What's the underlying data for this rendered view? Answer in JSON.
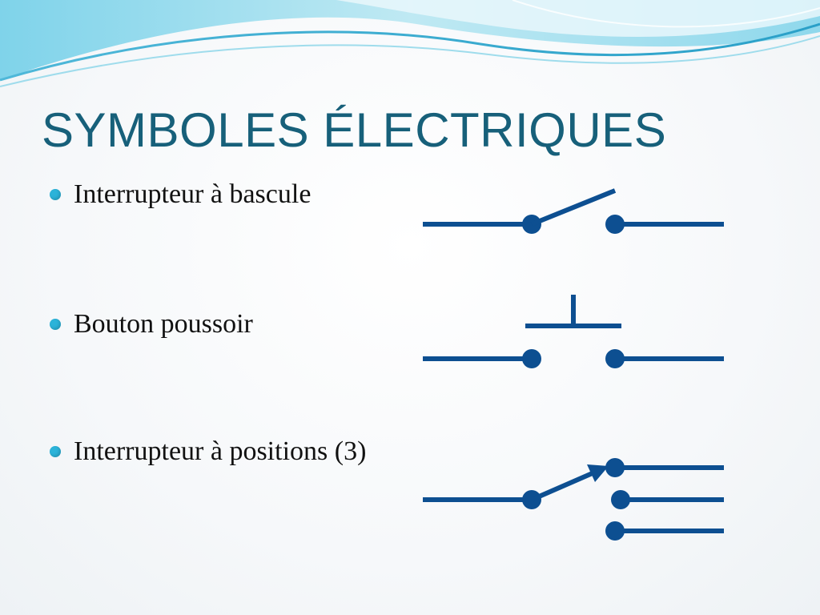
{
  "slide": {
    "title": "SYMBOLES ÉLECTRIQUES",
    "bullets": [
      {
        "label": "Interrupteur à bascule"
      },
      {
        "label": "Bouton poussoir"
      },
      {
        "label": "Interrupteur à positions (3)"
      }
    ]
  },
  "colors": {
    "title": "#17607a",
    "bullet_dot": "#2bb3d9",
    "symbol": "#0d4f91",
    "wave_light": "#b9e6ef",
    "wave_dark": "#38a9cf"
  },
  "icons": [
    "toggle-switch-symbol",
    "push-button-symbol",
    "three-position-switch-symbol"
  ]
}
